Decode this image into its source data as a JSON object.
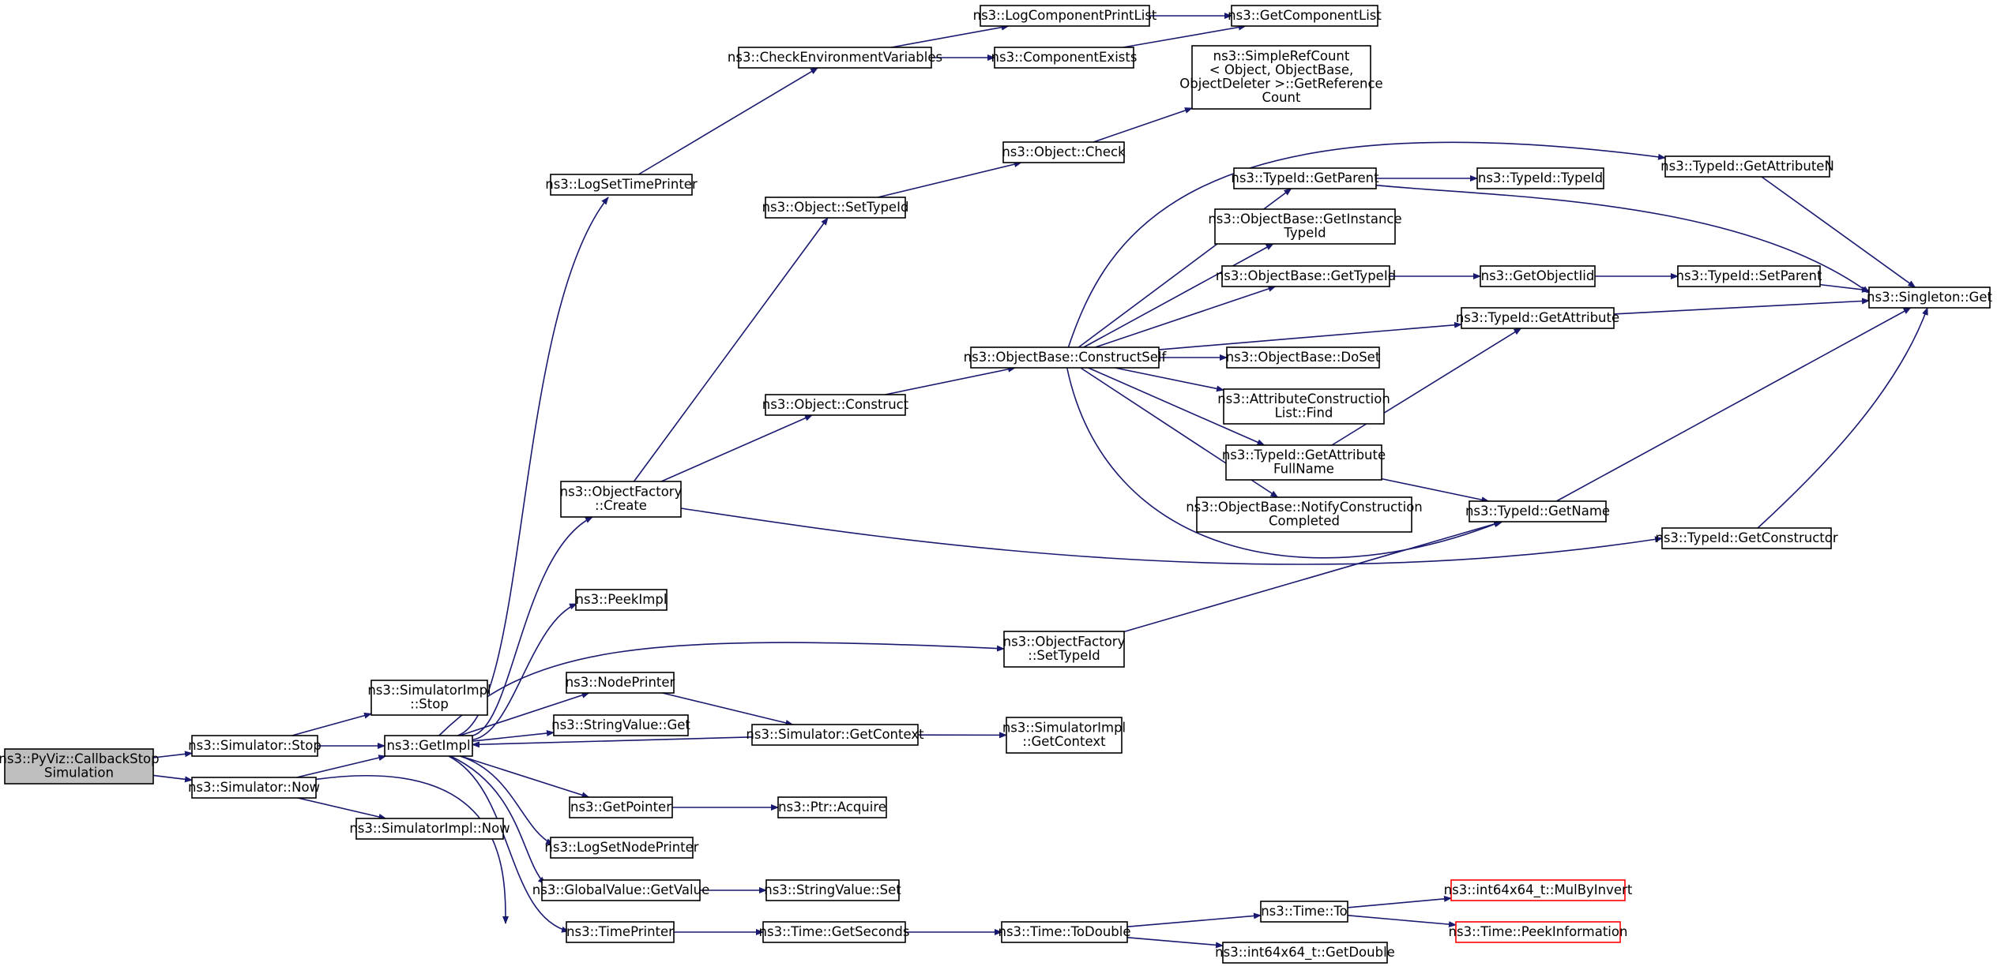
{
  "graph": {
    "edge_color": "#191970",
    "root_fill": "#bfbfbf",
    "truncated_border_color": "#ff0000",
    "nodes": [
      {
        "id": "cb_stop",
        "lines": [
          "ns3::PyViz::CallbackStop",
          "Simulation"
        ],
        "root": true
      },
      {
        "id": "sim_stop",
        "lines": [
          "ns3::Simulator::Stop"
        ]
      },
      {
        "id": "sim_now",
        "lines": [
          "ns3::Simulator::Now"
        ]
      },
      {
        "id": "simimpl_stop",
        "lines": [
          "ns3::SimulatorImpl",
          "::Stop"
        ]
      },
      {
        "id": "getimpl",
        "lines": [
          "ns3::GetImpl"
        ]
      },
      {
        "id": "simimpl_now",
        "lines": [
          "ns3::SimulatorImpl::Now"
        ]
      },
      {
        "id": "logsettime",
        "lines": [
          "ns3::LogSetTimePrinter"
        ]
      },
      {
        "id": "objfactory_create",
        "lines": [
          "ns3::ObjectFactory",
          "::Create"
        ]
      },
      {
        "id": "peekimpl",
        "lines": [
          "ns3::PeekImpl"
        ]
      },
      {
        "id": "nodeprinter",
        "lines": [
          "ns3::NodePrinter"
        ]
      },
      {
        "id": "strval_get",
        "lines": [
          "ns3::StringValue::Get"
        ]
      },
      {
        "id": "getpointer",
        "lines": [
          "ns3::GetPointer"
        ]
      },
      {
        "id": "logsetnode",
        "lines": [
          "ns3::LogSetNodePrinter"
        ]
      },
      {
        "id": "gv_getvalue",
        "lines": [
          "ns3::GlobalValue::GetValue"
        ]
      },
      {
        "id": "timeprinter",
        "lines": [
          "ns3::TimePrinter"
        ]
      },
      {
        "id": "checkenv",
        "lines": [
          "ns3::CheckEnvironmentVariables"
        ]
      },
      {
        "id": "obj_settypeid",
        "lines": [
          "ns3::Object::SetTypeId"
        ]
      },
      {
        "id": "obj_construct",
        "lines": [
          "ns3::Object::Construct"
        ]
      },
      {
        "id": "sim_getcontext",
        "lines": [
          "ns3::Simulator::GetContext"
        ]
      },
      {
        "id": "ptr_acquire",
        "lines": [
          "ns3::Ptr::Acquire"
        ]
      },
      {
        "id": "strval_set",
        "lines": [
          "ns3::StringValue::Set"
        ]
      },
      {
        "id": "time_getseconds",
        "lines": [
          "ns3::Time::GetSeconds"
        ]
      },
      {
        "id": "logcompprint",
        "lines": [
          "ns3::LogComponentPrintList"
        ]
      },
      {
        "id": "compexists",
        "lines": [
          "ns3::ComponentExists"
        ]
      },
      {
        "id": "obj_check",
        "lines": [
          "ns3::Object::Check"
        ]
      },
      {
        "id": "ob_constructself",
        "lines": [
          "ns3::ObjectBase::ConstructSelf"
        ]
      },
      {
        "id": "of_settypeid",
        "lines": [
          "ns3::ObjectFactory",
          "::SetTypeId"
        ]
      },
      {
        "id": "simimpl_getcontext",
        "lines": [
          "ns3::SimulatorImpl",
          "::GetContext"
        ]
      },
      {
        "id": "time_todouble",
        "lines": [
          "ns3::Time::ToDouble"
        ]
      },
      {
        "id": "getcomplist",
        "lines": [
          "ns3::GetComponentList"
        ]
      },
      {
        "id": "simplerefcount",
        "lines": [
          "ns3::SimpleRefCount",
          "< Object, ObjectBase,",
          "ObjectDeleter >::GetReference",
          "Count"
        ]
      },
      {
        "id": "tid_getparent",
        "lines": [
          "ns3::TypeId::GetParent"
        ]
      },
      {
        "id": "ob_getinstance",
        "lines": [
          "ns3::ObjectBase::GetInstance",
          "TypeId"
        ]
      },
      {
        "id": "ob_gettypeid",
        "lines": [
          "ns3::ObjectBase::GetTypeId"
        ]
      },
      {
        "id": "ob_doset",
        "lines": [
          "ns3::ObjectBase::DoSet"
        ]
      },
      {
        "id": "attrconst_find",
        "lines": [
          "ns3::AttributeConstruction",
          "List::Find"
        ]
      },
      {
        "id": "tid_getattrfull",
        "lines": [
          "ns3::TypeId::GetAttribute",
          "FullName"
        ]
      },
      {
        "id": "ob_notify",
        "lines": [
          "ns3::ObjectBase::NotifyConstruction",
          "Completed"
        ]
      },
      {
        "id": "time_to",
        "lines": [
          "ns3::Time::To"
        ]
      },
      {
        "id": "i64_getdouble",
        "lines": [
          "ns3::int64x64_t::GetDouble"
        ]
      },
      {
        "id": "tid_typeid",
        "lines": [
          "ns3::TypeId::TypeId"
        ]
      },
      {
        "id": "getobjectiid",
        "lines": [
          "ns3::GetObjectIid"
        ]
      },
      {
        "id": "tid_getattribute",
        "lines": [
          "ns3::TypeId::GetAttribute"
        ]
      },
      {
        "id": "tid_getname",
        "lines": [
          "ns3::TypeId::GetName"
        ]
      },
      {
        "id": "tid_getattrn",
        "lines": [
          "ns3::TypeId::GetAttributeN"
        ]
      },
      {
        "id": "tid_setparent",
        "lines": [
          "ns3::TypeId::SetParent"
        ]
      },
      {
        "id": "tid_getconstructor",
        "lines": [
          "ns3::TypeId::GetConstructor"
        ]
      },
      {
        "id": "i64_mulbyinvert",
        "lines": [
          "ns3::int64x64_t::MulByInvert"
        ],
        "truncated": true
      },
      {
        "id": "time_peekinfo",
        "lines": [
          "ns3::Time::PeekInformation"
        ],
        "truncated": true
      },
      {
        "id": "singleton_get",
        "lines": [
          "ns3::Singleton::Get"
        ]
      }
    ]
  }
}
